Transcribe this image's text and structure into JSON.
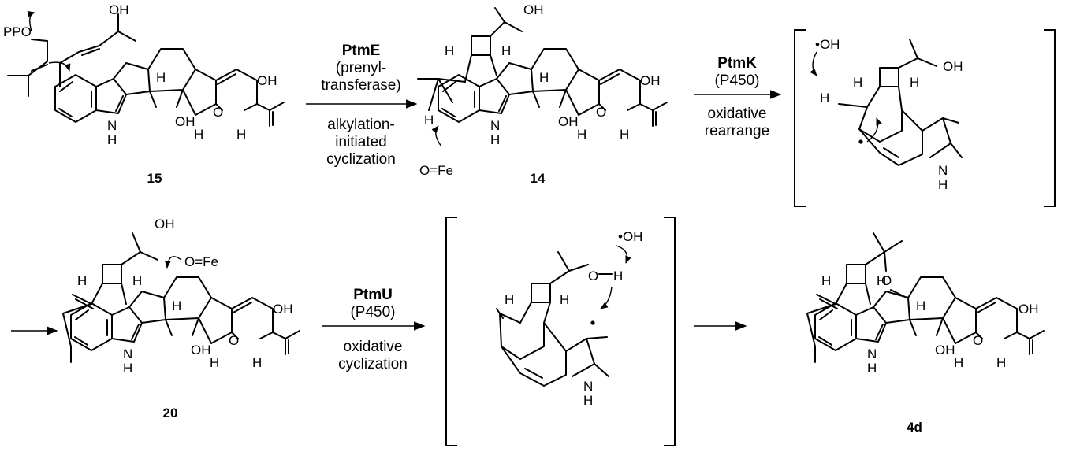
{
  "compounds": {
    "c15": {
      "label": "15",
      "atoms": {
        "oh_top": "OH",
        "ppo": "PPO",
        "nh_n": "N",
        "nh_h": "H",
        "h_ring": "H",
        "oh_ring": "OH",
        "oh_right": "OH",
        "o_ring": "O",
        "h_low1": "H",
        "h_low2": "H"
      }
    },
    "c14": {
      "label": "14",
      "atoms": {
        "oh_top": "OH",
        "h_left": "H",
        "h_right": "H",
        "h_ring": "H",
        "oh_right": "OH",
        "oh_ring": "OH",
        "o_ring": "O",
        "nh_n": "N",
        "nh_h": "H",
        "h_low1": "H",
        "h_low2": "H",
        "h_methyl": "H",
        "o_fe": "O=Fe"
      }
    },
    "int1": {
      "atoms": {
        "hydroxyl_radical": "•OH",
        "h_transfer": "H",
        "h_left": "H",
        "h_right": "H",
        "oh": "OH",
        "nh_n": "N",
        "nh_h": "H"
      }
    },
    "c20": {
      "label": "20",
      "atoms": {
        "oh_top": "OH",
        "o_fe": "O=Fe",
        "h_left": "H",
        "h_right": "H",
        "h_ring": "H",
        "oh_right": "OH",
        "oh_ring": "OH",
        "o_ring": "O",
        "nh_n": "N",
        "nh_h": "H",
        "h_low1": "H",
        "h_low2": "H"
      }
    },
    "int2": {
      "atoms": {
        "hydroxyl_radical": "•OH",
        "o": "O",
        "h_o": "H",
        "h_left": "H",
        "h_right": "H",
        "nh_n": "N",
        "nh_h": "H"
      }
    },
    "c4d": {
      "label": "4d",
      "atoms": {
        "o_top": "O",
        "h_left": "H",
        "h_right": "H",
        "h_ring": "H",
        "oh_right": "OH",
        "oh_ring": "OH",
        "o_ring": "O",
        "nh_n": "N",
        "nh_h": "H",
        "h_low1": "H",
        "h_low2": "H"
      }
    }
  },
  "steps": {
    "step1": {
      "enzyme": "PtmE",
      "line1": "(prenyl-",
      "line2": "transferase)",
      "line3": "alkylation-",
      "line4": "initiated",
      "line5": "cyclization"
    },
    "step2": {
      "enzyme": "PtmK",
      "line1": "(P450)",
      "line2": "oxidative",
      "line3": "rearrange"
    },
    "step3": {
      "enzyme": "PtmU",
      "line1": "(P450)",
      "line2": "oxidative",
      "line3": "cyclization"
    }
  }
}
